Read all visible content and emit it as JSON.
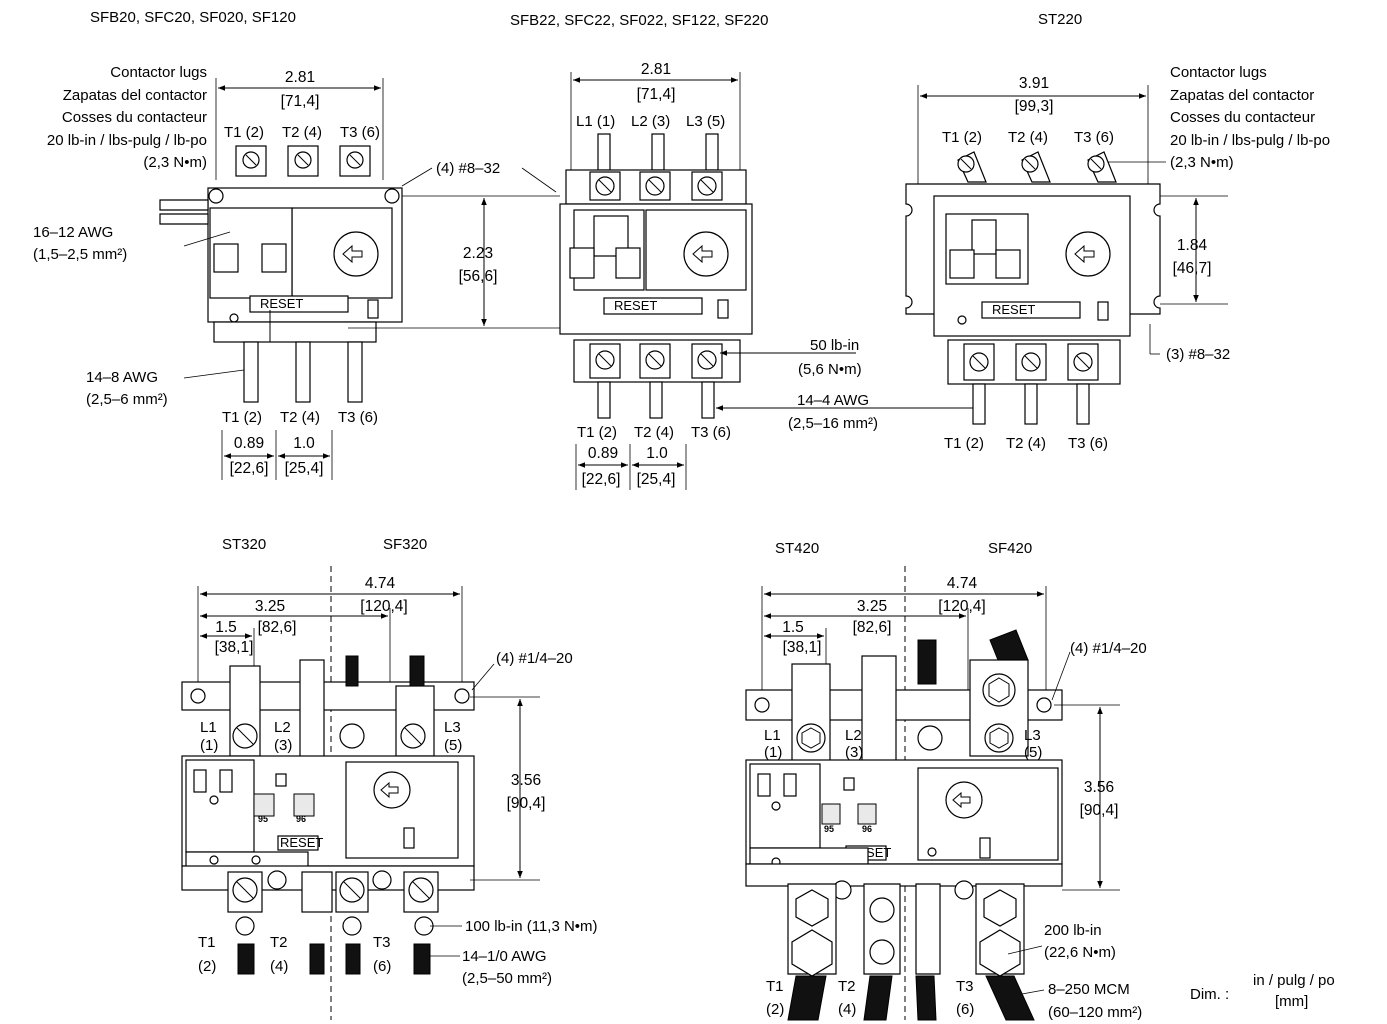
{
  "diagrams": {
    "d1": {
      "title": "SFB20, SFC20, SF020, SF120",
      "lugs_line1": "Contactor lugs",
      "lugs_line2": "Zapatas del contactor",
      "lugs_line3": "Cosses du contacteur",
      "lugs_torque": "20 lb-in / lbs-pulg / lb-po",
      "lugs_torque_metric": "(2,3 N•m)",
      "width_in": "2.81",
      "width_mm": "[71,4]",
      "top_t1": "T1 (2)",
      "top_t2": "T2 (4)",
      "top_t3": "T3 (6)",
      "wire_awg": "16–12 AWG",
      "wire_mm": "(1,5–2,5 mm²)",
      "bottom_awg": "14–8 AWG",
      "bottom_mm": "(2,5–6 mm²)",
      "bot_t1": "T1 (2)",
      "bot_t2": "T2 (4)",
      "bot_t3": "T3 (6)",
      "pitch1_in": "0.89",
      "pitch1_mm": "[22,6]",
      "pitch2_in": "1.0",
      "pitch2_mm": "[25,4]",
      "reset": "RESET"
    },
    "d2": {
      "title": "SFB22, SFC22, SF022, SF122, SF220",
      "screws": "(4) #8–32",
      "width_in": "2.81",
      "width_mm": "[71,4]",
      "top_l1": "L1 (1)",
      "top_l2": "L2 (3)",
      "top_l3": "L3 (5)",
      "height_in": "2.23",
      "height_mm": "[56,6]",
      "torque": "50 lb-in",
      "torque_metric": "(5,6 N•m)",
      "wire_awg": "14–4 AWG",
      "wire_mm": "(2,5–16 mm²)",
      "bot_t1": "T1 (2)",
      "bot_t2": "T2 (4)",
      "bot_t3": "T3 (6)",
      "pitch1_in": "0.89",
      "pitch1_mm": "[22,6]",
      "pitch2_in": "1.0",
      "pitch2_mm": "[25,4]",
      "reset": "RESET"
    },
    "d3": {
      "title": "ST220",
      "lugs_line1": "Contactor lugs",
      "lugs_line2": "Zapatas del contactor",
      "lugs_line3": "Cosses du contacteur",
      "lugs_torque": "20 lb-in / lbs-pulg / lb-po",
      "lugs_torque_metric": "(2,3 N•m)",
      "width_in": "3.91",
      "width_mm": "[99,3]",
      "top_t1": "T1 (2)",
      "top_t2": "T2 (4)",
      "top_t3": "T3 (6)",
      "height_in": "1.84",
      "height_mm": "[46,7]",
      "screws": "(3) #8–32",
      "bot_t1": "T1 (2)",
      "bot_t2": "T2 (4)",
      "bot_t3": "T3 (6)",
      "reset": "RESET"
    },
    "d4": {
      "title_left": "ST320",
      "title_right": "SF320",
      "width_total_in": "4.74",
      "width_total_mm": "[120,4]",
      "width_mid_in": "3.25",
      "width_mid_mm": "[82,6]",
      "width_small_in": "1.5",
      "width_small_mm": "[38,1]",
      "screws": "(4) #1/4–20",
      "l1": "L1",
      "l1n": "(1)",
      "l2": "L2",
      "l2n": "(3)",
      "l3": "L3",
      "l3n": "(5)",
      "height_in": "3.56",
      "height_mm": "[90,4]",
      "torque": "100 lb-in (11,3 N•m)",
      "wire_awg": "14–1/0 AWG",
      "wire_mm": "(2,5–50 mm²)",
      "t1": "T1",
      "t1n": "(2)",
      "t2": "T2",
      "t2n": "(4)",
      "t3": "T3",
      "t3n": "(6)",
      "c95": "95",
      "c96": "96",
      "reset": "RESET"
    },
    "d5": {
      "title_left": "ST420",
      "title_right": "SF420",
      "width_total_in": "4.74",
      "width_total_mm": "[120,4]",
      "width_mid_in": "3.25",
      "width_mid_mm": "[82,6]",
      "width_small_in": "1.5",
      "width_small_mm": "[38,1]",
      "screws": "(4) #1/4–20",
      "l1": "L1",
      "l1n": "(1)",
      "l2": "L2",
      "l2n": "(3)",
      "l3": "L3",
      "l3n": "(5)",
      "height_in": "3.56",
      "height_mm": "[90,4]",
      "torque": "200 lb-in",
      "torque_metric": "(22,6 N•m)",
      "wire_mcm": "8–250 MCM",
      "wire_mm": "(60–120 mm²)",
      "t1": "T1",
      "t1n": "(2)",
      "t2": "T2",
      "t2n": "(4)",
      "t3": "T3",
      "t3n": "(6)",
      "c95": "95",
      "c96": "96",
      "reset": "RESET"
    }
  },
  "legend": {
    "dim_label": "Dim. :",
    "units_line1": "in / pulg / po",
    "units_line2": "[mm]"
  }
}
